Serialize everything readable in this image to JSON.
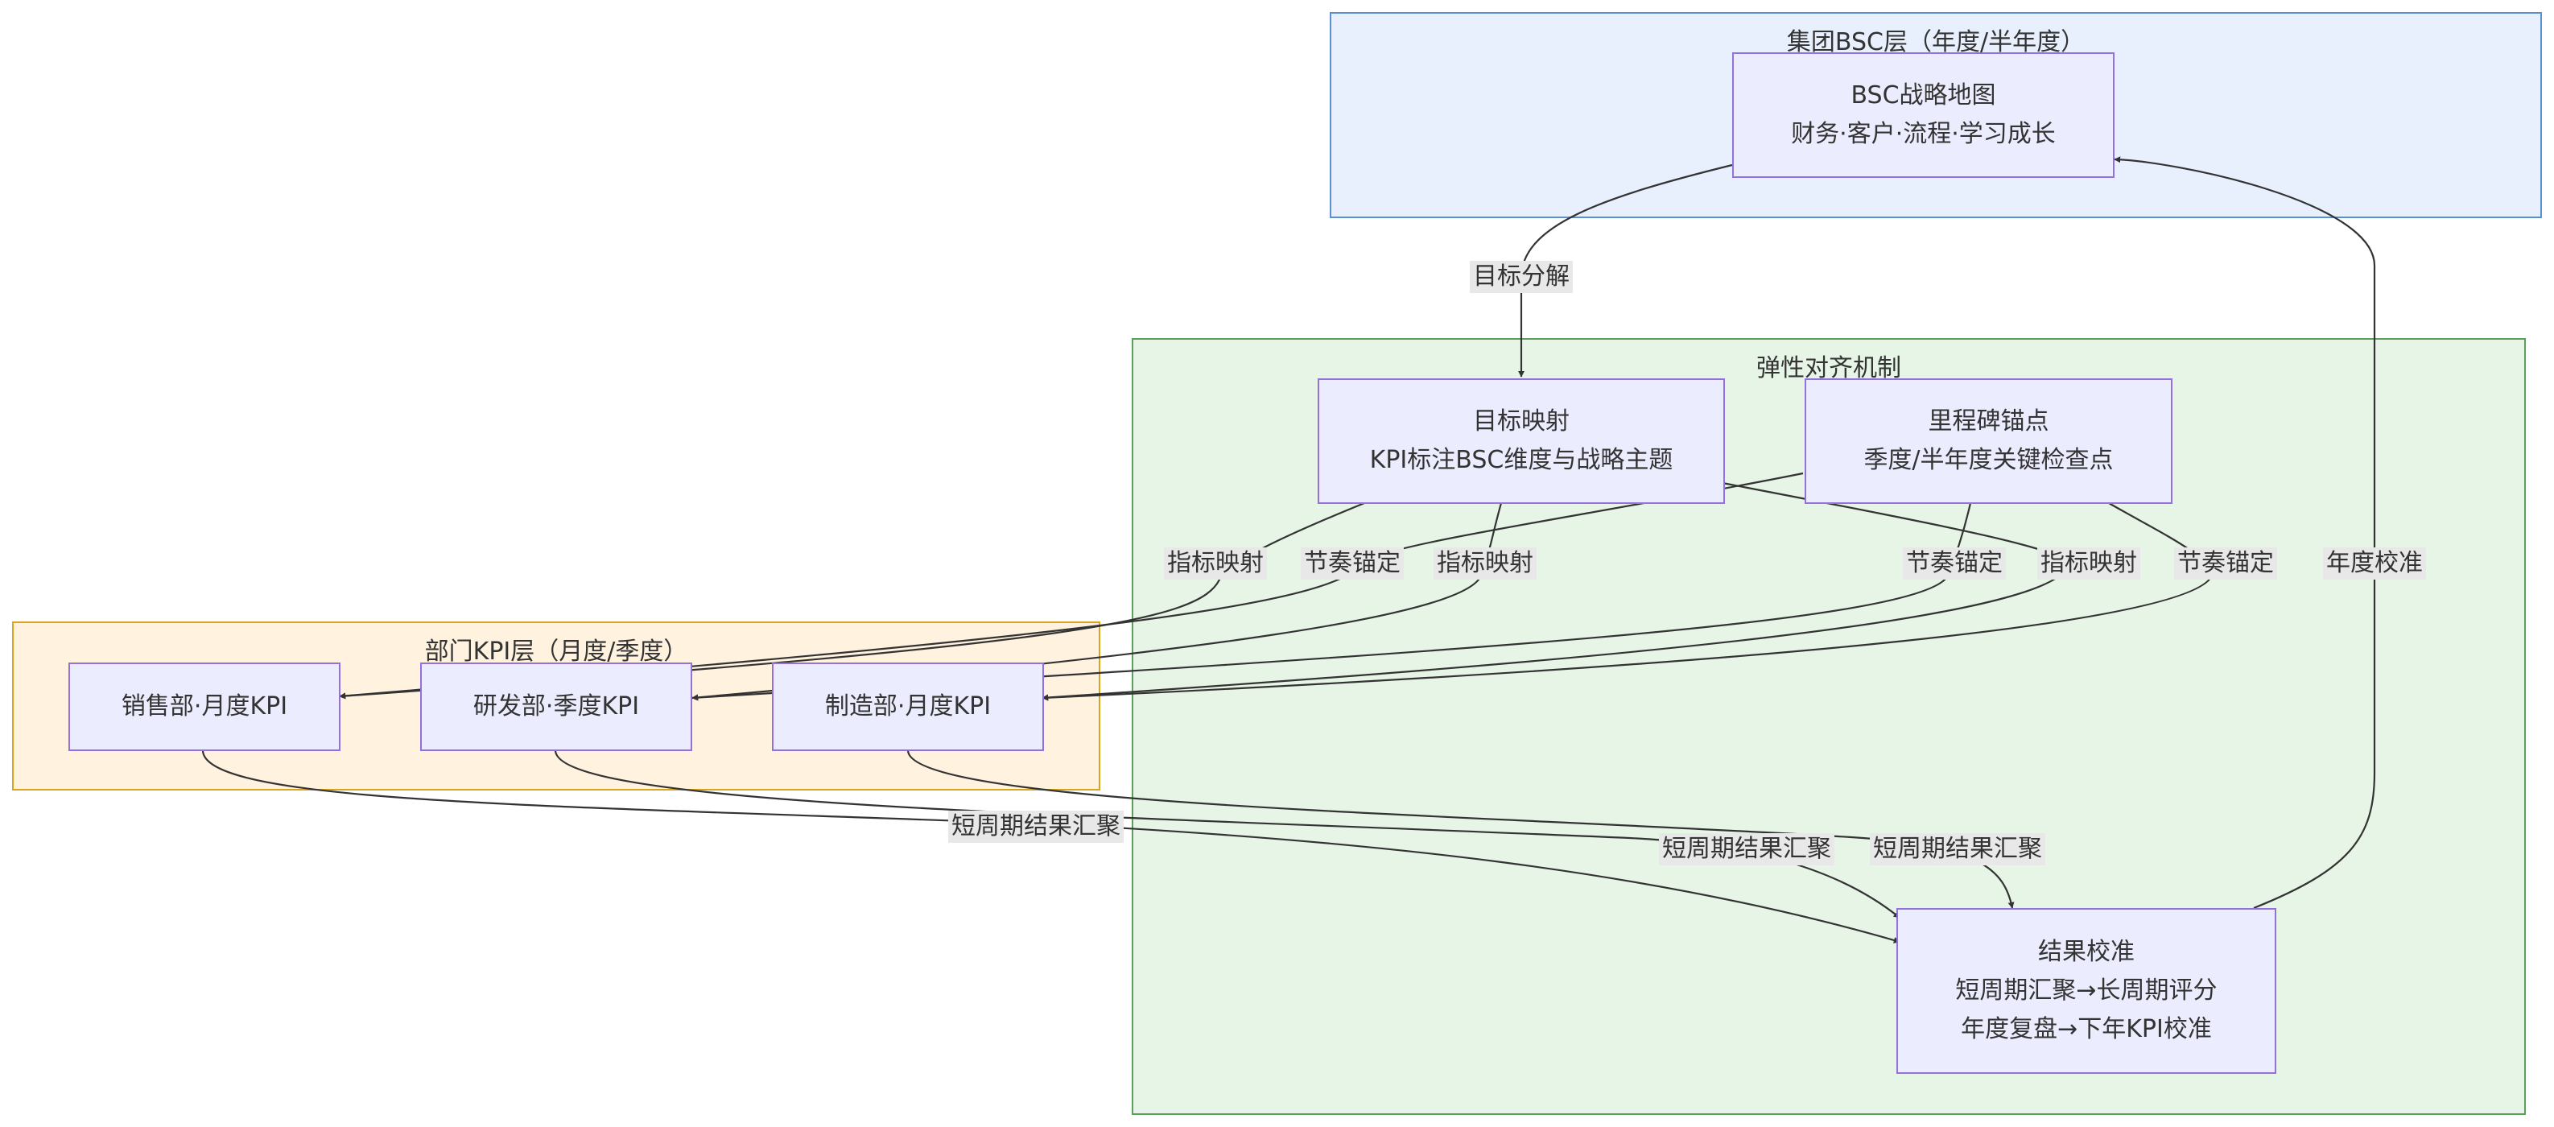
{
  "clusters": {
    "bsc": {
      "title": "集团BSC层（年度/半年度）"
    },
    "flex": {
      "title": "弹性对齐机制"
    },
    "dept": {
      "title": "部门KPI层（月度/季度）"
    }
  },
  "nodes": {
    "bsc_map": {
      "line1": "BSC战略地图",
      "line2": "财务·客户·流程·学习成长"
    },
    "goal_map": {
      "line1": "目标映射",
      "line2": "KPI标注BSC维度与战略主题"
    },
    "milestone": {
      "line1": "里程碑锚点",
      "line2": "季度/半年度关键检查点"
    },
    "calib": {
      "line1": "结果校准",
      "line2": "短周期汇聚→长周期评分",
      "line3": "年度复盘→下年KPI校准"
    },
    "sales": {
      "label": "销售部·月度KPI"
    },
    "rnd": {
      "label": "研发部·季度KPI"
    },
    "mfg": {
      "label": "制造部·月度KPI"
    }
  },
  "edges": [
    {
      "from": "bsc_map",
      "to": "goal_map",
      "label": "目标分解"
    },
    {
      "from": "goal_map",
      "to": "sales",
      "label": "指标映射"
    },
    {
      "from": "milestone",
      "to": "sales",
      "label": "节奏锚定"
    },
    {
      "from": "goal_map",
      "to": "rnd",
      "label": "指标映射"
    },
    {
      "from": "milestone",
      "to": "rnd",
      "label": "节奏锚定"
    },
    {
      "from": "goal_map",
      "to": "mfg",
      "label": "指标映射"
    },
    {
      "from": "milestone",
      "to": "mfg",
      "label": "节奏锚定"
    },
    {
      "from": "sales",
      "to": "calib",
      "label": "短周期结果汇聚"
    },
    {
      "from": "rnd",
      "to": "calib",
      "label": "短周期结果汇聚"
    },
    {
      "from": "mfg",
      "to": "calib",
      "label": "短周期结果汇聚"
    },
    {
      "from": "calib",
      "to": "bsc_map",
      "label": "年度校准"
    }
  ],
  "colors": {
    "node_fill": "#ececff",
    "node_stroke": "#9370db",
    "bsc_fill": "#e8f0fe",
    "bsc_stroke": "#5b8fd0",
    "flex_fill": "#e6f5e6",
    "flex_stroke": "#5aa05a",
    "dept_fill": "#fff2de",
    "dept_stroke": "#d9a520",
    "edge": "#333333",
    "label_bg": "#e8e8e8",
    "text": "#333333"
  }
}
